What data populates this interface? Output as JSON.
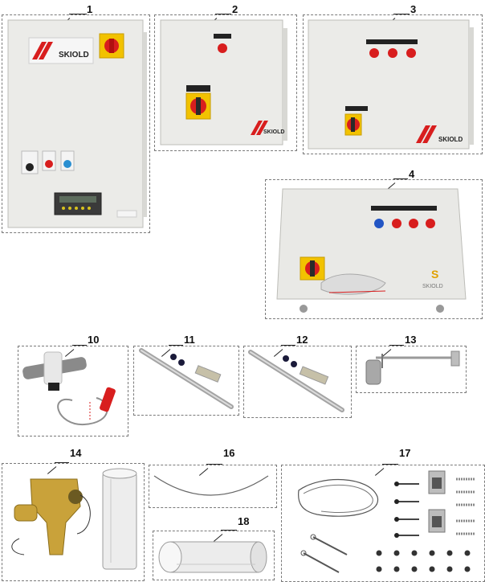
{
  "callouts": {
    "c1": "1",
    "c2": "2",
    "c3": "3",
    "c4": "4",
    "c10": "10",
    "c11": "11",
    "c12": "12",
    "c13": "13",
    "c14": "14",
    "c16": "16",
    "c17": "17",
    "c18": "18"
  },
  "brand": {
    "name": "SKIOLD",
    "name_alt": "SKIOLD",
    "accent_red": "#d81e1e",
    "switch_yellow": "#f2c200",
    "cabinet_grey": "#ececea",
    "part_ochre": "#c9a23a"
  },
  "icons": {
    "logo": "skiold-logo-icon",
    "main_switch": "rotary-isolator-switch-icon",
    "indicator": "indicator-lamp-icon",
    "display": "control-display-icon"
  }
}
